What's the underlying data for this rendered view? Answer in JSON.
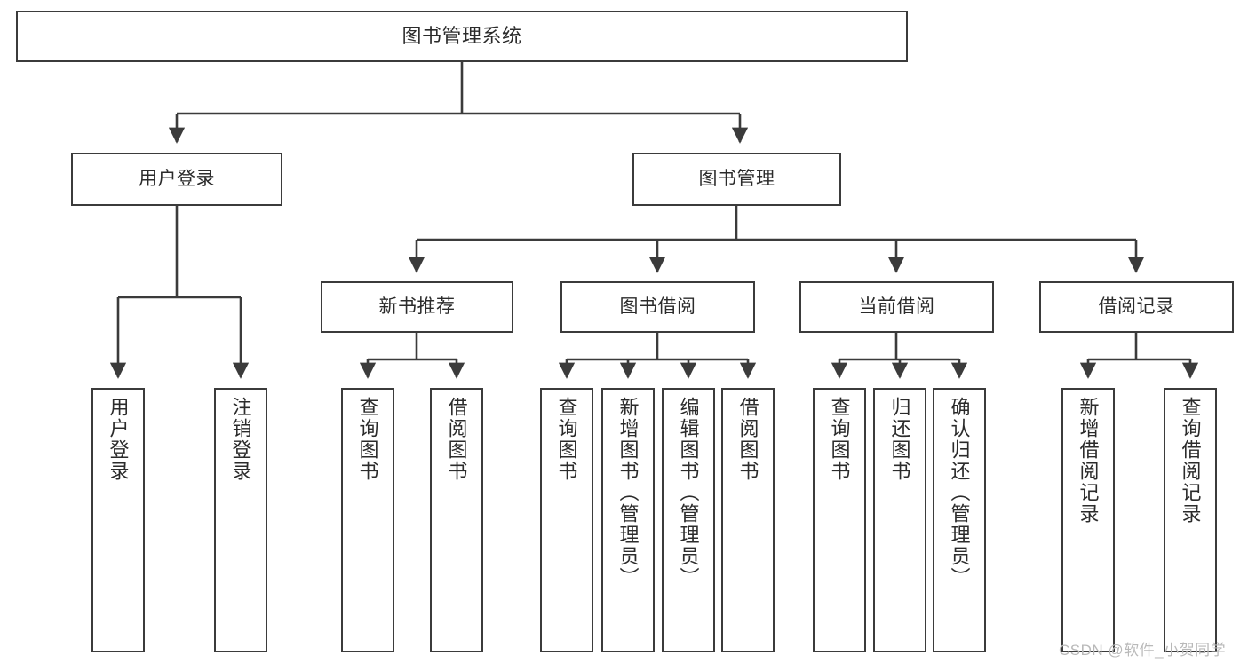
{
  "diagram": {
    "title": "图书管理系统",
    "type": "tree-hierarchy-diagram",
    "colors": {
      "background": "#ffffff",
      "node_border": "#3b3b3b",
      "node_fill": "#ffffff",
      "edge": "#3b3b3b",
      "text": "#2b2b2b",
      "watermark": "#b9b9b9"
    },
    "nodes": {
      "root": {
        "label": "图书管理系统"
      },
      "level2": [
        {
          "id": "user-login",
          "label": "用户登录"
        },
        {
          "id": "book-manage",
          "label": "图书管理"
        }
      ],
      "level3": [
        {
          "id": "new-book-recommend",
          "label": "新书推荐"
        },
        {
          "id": "book-borrow",
          "label": "图书借阅"
        },
        {
          "id": "current-borrow",
          "label": "当前借阅"
        },
        {
          "id": "borrow-record",
          "label": "借阅记录"
        }
      ],
      "leaves": {
        "user_login": [
          {
            "id": "leaf-user-login",
            "label": "用户登录"
          },
          {
            "id": "leaf-logout-login",
            "label": "注销登录"
          }
        ],
        "new_book_recommend": [
          {
            "id": "leaf-query-book-1",
            "label": "查询图书"
          },
          {
            "id": "leaf-borrow-book-1",
            "label": "借阅图书"
          }
        ],
        "book_borrow": [
          {
            "id": "leaf-query-book-2",
            "label": "查询图书"
          },
          {
            "id": "leaf-add-book",
            "label": "新增图书（管理员）"
          },
          {
            "id": "leaf-edit-book",
            "label": "编辑图书（管理员）"
          },
          {
            "id": "leaf-borrow-book-2",
            "label": "借阅图书"
          }
        ],
        "current_borrow": [
          {
            "id": "leaf-query-book-3",
            "label": "查询图书"
          },
          {
            "id": "leaf-return-book",
            "label": "归还图书"
          },
          {
            "id": "leaf-confirm-return",
            "label": "确认归还（管理员）"
          }
        ],
        "borrow_record": [
          {
            "id": "leaf-add-record",
            "label": "新增借阅记录"
          },
          {
            "id": "leaf-query-record",
            "label": "查询借阅记录"
          }
        ]
      }
    },
    "watermark": "CSDN @软件_小贺同学"
  }
}
